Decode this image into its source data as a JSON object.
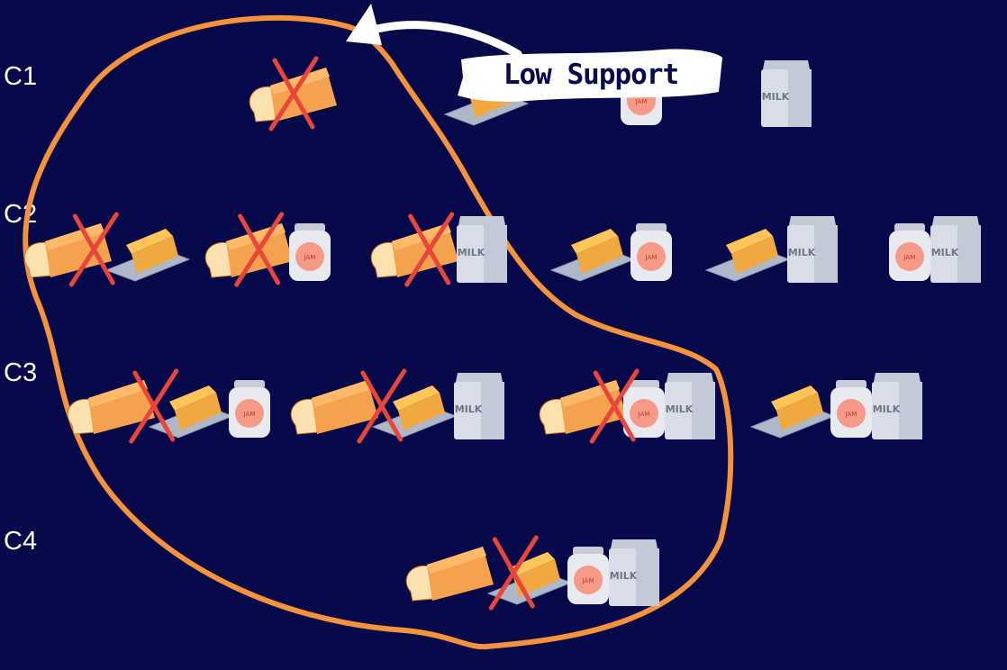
{
  "annotation": {
    "label": "Low Support"
  },
  "rows": [
    {
      "label": "C1",
      "itemsets": [
        {
          "items": [
            "bread"
          ],
          "crossed": true
        },
        {
          "items": [
            "butter"
          ],
          "crossed": false
        },
        {
          "items": [
            "jam"
          ],
          "crossed": false
        },
        {
          "items": [
            "milk"
          ],
          "crossed": false
        }
      ]
    },
    {
      "label": "C2",
      "itemsets": [
        {
          "items": [
            "bread",
            "butter"
          ],
          "crossed": true
        },
        {
          "items": [
            "bread",
            "jam"
          ],
          "crossed": true
        },
        {
          "items": [
            "bread",
            "milk"
          ],
          "crossed": true
        },
        {
          "items": [
            "butter",
            "jam"
          ],
          "crossed": false
        },
        {
          "items": [
            "butter",
            "milk"
          ],
          "crossed": false
        },
        {
          "items": [
            "jam",
            "milk"
          ],
          "crossed": false
        }
      ]
    },
    {
      "label": "C3",
      "itemsets": [
        {
          "items": [
            "bread",
            "butter",
            "jam"
          ],
          "crossed": true
        },
        {
          "items": [
            "bread",
            "butter",
            "milk"
          ],
          "crossed": true
        },
        {
          "items": [
            "bread",
            "jam",
            "milk"
          ],
          "crossed": true
        },
        {
          "items": [
            "butter",
            "jam",
            "milk"
          ],
          "crossed": false
        }
      ]
    },
    {
      "label": "C4",
      "itemsets": [
        {
          "items": [
            "bread",
            "butter",
            "jam",
            "milk"
          ],
          "crossed": true
        }
      ]
    }
  ],
  "icon_text": {
    "jam": "JAM",
    "milk": "MILK"
  },
  "colors": {
    "background": "#07094a",
    "outline": "#f5923e",
    "cross": "#e8453c",
    "bread": "#f5a24e",
    "butter": "#ffc55a",
    "jam": "#f49a86",
    "milk": "#d9dde8"
  }
}
